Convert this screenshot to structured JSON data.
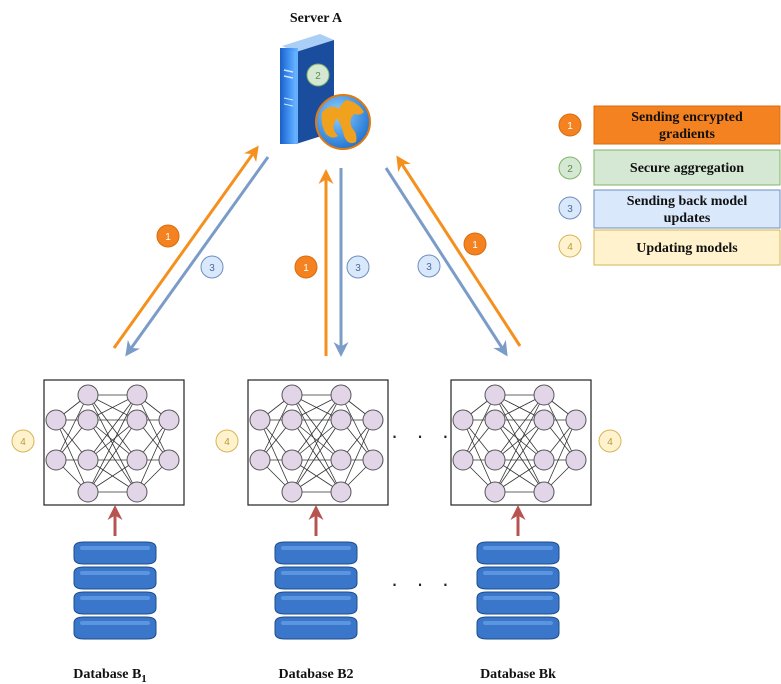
{
  "server": {
    "label": "Server A"
  },
  "legend": [
    {
      "num": "1",
      "text": "Sending encrypted gradients",
      "line1": "Sending encrypted",
      "line2": "gradients",
      "fill": "#f58220",
      "badge_fill": "#f58220",
      "badge_stroke": "#d96b0c",
      "badge_text": "#ffffff"
    },
    {
      "num": "2",
      "text": "Secure aggregation",
      "fill": "#d5e8d4",
      "badge_fill": "#d5e8d4",
      "badge_stroke": "#82b366",
      "badge_text": "#5a8a4a"
    },
    {
      "num": "3",
      "text": "Sending back model updates",
      "line1": "Sending back model",
      "line2": "updates",
      "fill": "#dae8fc",
      "badge_fill": "#dae8fc",
      "badge_stroke": "#6c8ebf",
      "badge_text": "#4a6c9a"
    },
    {
      "num": "4",
      "text": "Updating models",
      "fill": "#fff2cc",
      "badge_fill": "#fff2cc",
      "badge_stroke": "#d6b656",
      "badge_text": "#b89a3a"
    }
  ],
  "step_badges": {
    "send": "1",
    "aggregate": "2",
    "return": "3",
    "update": "4"
  },
  "databases": [
    {
      "label": "Database B",
      "subscript": "1"
    },
    {
      "label": "Database B2",
      "subscript": ""
    },
    {
      "label": "Database Bk",
      "subscript": ""
    }
  ],
  "ellipsis": "· · ·",
  "colors": {
    "orange_arrow": "#f5901e",
    "blue_arrow": "#7b9cc9",
    "red_arrow": "#b85450",
    "node_fill": "#e1d5e7",
    "db_fill": "#3a76c9",
    "db_dark": "#1e4e8c"
  }
}
